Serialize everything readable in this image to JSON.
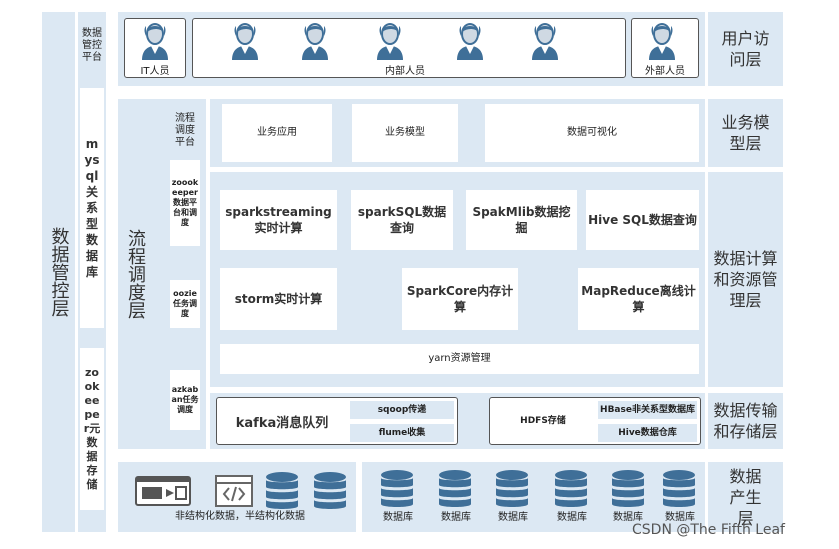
{
  "left_column": {
    "title": "数据管控层",
    "mgmt_platform": "数据管控平台",
    "mysql_db": "mysql关系型数据库",
    "zookeeper_store": "zookeeper元数据存储"
  },
  "process_column": {
    "title": "流程调度层",
    "platform": "流程调度平台",
    "zookeeper": "zoookeeper数据平台和调度",
    "oozie": "oozie任务调度",
    "azkaban": "azkaban任务调度"
  },
  "layers": {
    "user_access": "用户访问层",
    "business_model": "业务模型层",
    "compute": "数据计算和资源管理层",
    "transport": "数据传输和存储层",
    "generation": "数据产生层"
  },
  "user_access": {
    "it_staff": "IT人员",
    "internal_staff": "内部人员",
    "external_staff": "外部人员"
  },
  "business": {
    "app": "业务应用",
    "model": "业务模型",
    "visualization": "数据可视化"
  },
  "compute": {
    "spark_streaming": "sparkstreaming实时计算",
    "spark_sql": "sparkSQL数据查询",
    "spark_mllib": "SpakMlib数据挖掘",
    "hive_sql": "Hive SQL数据查询",
    "storm": "storm实时计算",
    "spark_core": "SparkCore内存计算",
    "mapreduce": "MapReduce离线计算",
    "yarn": "yarn资源管理"
  },
  "transport": {
    "kafka": "kafka消息队列",
    "sqoop": "sqoop传递",
    "flume": "flume收集",
    "hdfs": "HDFS存储",
    "hbase": "HBase非关系型数据库",
    "hive": "Hive数据仓库"
  },
  "generation": {
    "unstructured_label": "非结构化数据，半结构化数据",
    "db_labels": [
      "数据库",
      "数据库",
      "数据库",
      "数据库",
      "数据库",
      "数据库"
    ]
  },
  "watermark": "CSDN @The Fifth Leaf",
  "colors": {
    "band": "#dce8f3",
    "icon": "#3f6f98",
    "icon_light": "#cfd9e3"
  }
}
